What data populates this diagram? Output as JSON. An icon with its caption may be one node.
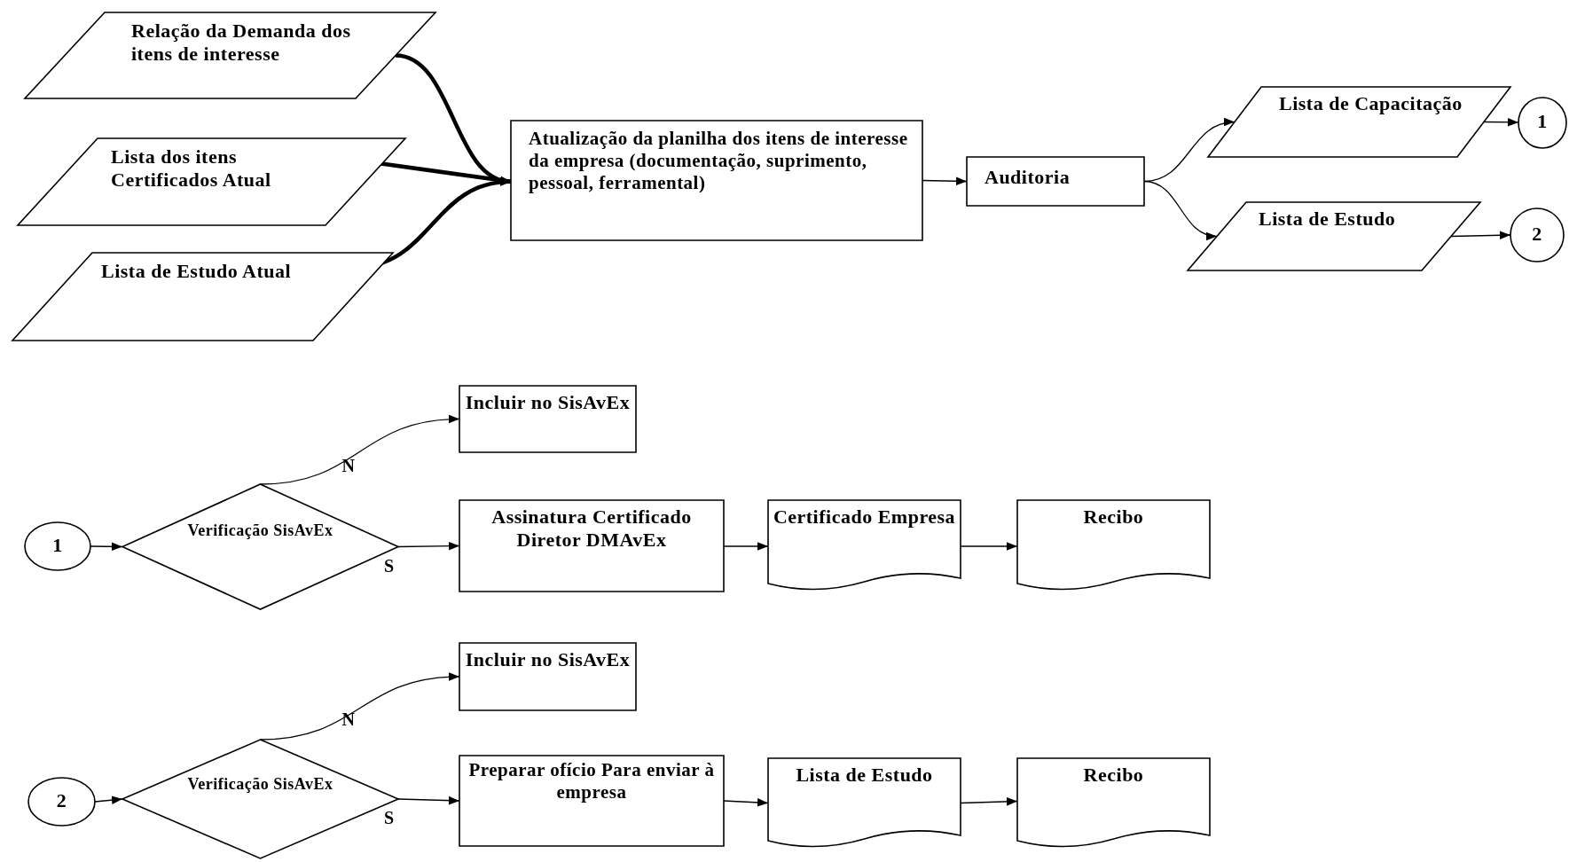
{
  "diagram": {
    "nodes": [
      {
        "text": [
          "Relação da Demanda dos itens de interesse"
        ]
      },
      {
        "text": [
          "Lista dos itens Certificados Atual"
        ]
      },
      {
        "text": [
          "Lista de Estudo Atual"
        ]
      },
      {
        "text": [
          "Atualização da planilha dos itens de interesse da empresa (documentação, suprimento, pessoal, ferramental)"
        ]
      },
      {
        "text": [
          "Auditoria"
        ]
      },
      {
        "text": [
          "Lista de Capacitação"
        ]
      },
      {
        "text": [
          "1"
        ]
      },
      {
        "text": [
          "Lista de Estudo"
        ]
      },
      {
        "text": [
          "2"
        ]
      },
      {
        "text": [
          "1"
        ]
      },
      {
        "text": [
          "Verificação SisAvEx"
        ]
      },
      {
        "text": [
          "Incluir no SisAvEx"
        ]
      },
      {
        "text": [
          "Assinatura Certificado Diretor DMAvEx"
        ]
      },
      {
        "text": [
          "Certificado Empresa"
        ]
      },
      {
        "text": [
          "Recibo"
        ]
      },
      {
        "text": [
          "2"
        ]
      },
      {
        "text": [
          "Verificação SisAvEx"
        ]
      },
      {
        "text": [
          "Incluir no SisAvEx"
        ]
      },
      {
        "text": [
          "Preparar ofício Para enviar à empresa"
        ]
      },
      {
        "text": [
          "Lista de Estudo"
        ]
      },
      {
        "text": [
          "Recibo"
        ]
      }
    ],
    "edges": [
      {
        "from": 0,
        "to": 3,
        "arrow": "to",
        "style": "thick"
      },
      {
        "from": 1,
        "to": 3,
        "arrow": "to",
        "style": "thick"
      },
      {
        "from": 2,
        "to": 3,
        "arrow": "to",
        "style": "thick"
      },
      {
        "from": 3,
        "to": 4,
        "arrow": "to"
      },
      {
        "from": 4,
        "to": 5,
        "arrow": "to"
      },
      {
        "from": 4,
        "to": 7,
        "arrow": "to"
      },
      {
        "from": 5,
        "to": 6,
        "arrow": "to"
      },
      {
        "from": 7,
        "to": 8,
        "arrow": "to"
      },
      {
        "from": 9,
        "to": 10,
        "arrow": "to"
      },
      {
        "from": 10,
        "to": 11,
        "arrow": "to",
        "label": "N"
      },
      {
        "from": 10,
        "to": 12,
        "arrow": "to",
        "label": "S"
      },
      {
        "from": 12,
        "to": 13,
        "arrow": "to"
      },
      {
        "from": 13,
        "to": 14,
        "arrow": "to"
      },
      {
        "from": 15,
        "to": 16,
        "arrow": "to"
      },
      {
        "from": 16,
        "to": 17,
        "arrow": "to",
        "label": "N"
      },
      {
        "from": 16,
        "to": 18,
        "arrow": "to",
        "label": "S"
      },
      {
        "from": 18,
        "to": 19,
        "arrow": "to"
      },
      {
        "from": 19,
        "to": 20,
        "arrow": "to"
      }
    ]
  }
}
